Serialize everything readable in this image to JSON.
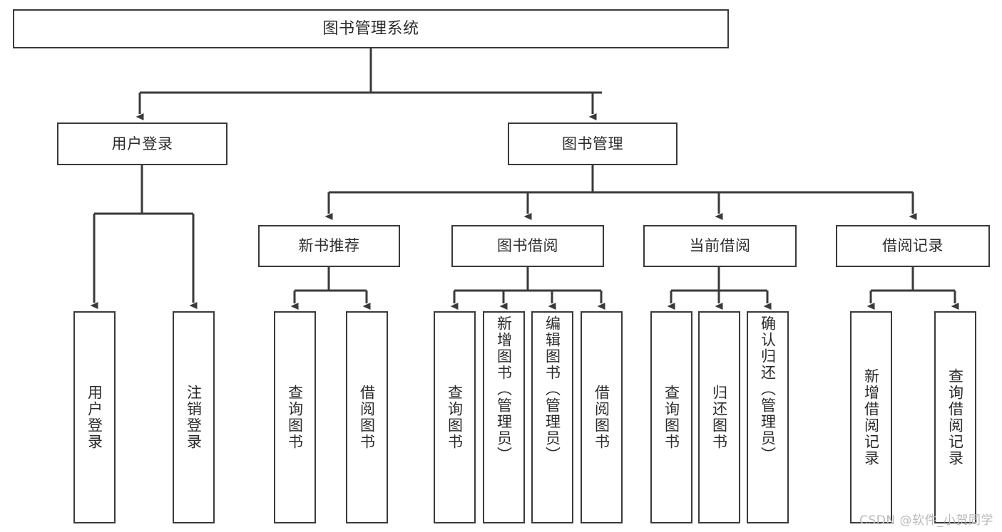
{
  "diagram": {
    "type": "tree",
    "title": "图书管理系统",
    "orientation": "top-down",
    "colors": {
      "box_border": "#3a3a3a",
      "box_fill": "#ffffff",
      "edge": "#3a3a3a",
      "text": "#2b2b2b",
      "background": "#ffffff",
      "watermark": "#b9b9b9"
    },
    "watermark": "CSDN @软件_小贺同学"
  },
  "nodes": {
    "root": {
      "label": "图书管理系统"
    },
    "level1": [
      {
        "id": "user-login",
        "label": "用户登录"
      },
      {
        "id": "book-management",
        "label": "图书管理"
      }
    ],
    "level2": [
      {
        "id": "new-book-recommend",
        "label": "新书推荐"
      },
      {
        "id": "book-borrow",
        "label": "图书借阅"
      },
      {
        "id": "current-borrow",
        "label": "当前借阅"
      },
      {
        "id": "borrow-record",
        "label": "借阅记录"
      }
    ],
    "leaves": {
      "user_login": [
        {
          "id": "leaf-user-login",
          "label": "用户登录"
        },
        {
          "id": "leaf-logout-login",
          "label": "注销登录"
        }
      ],
      "new_book_recommend": [
        {
          "id": "leaf-query-book-1",
          "label": "查询图书"
        },
        {
          "id": "leaf-borrow-book-1",
          "label": "借阅图书"
        }
      ],
      "book_borrow": [
        {
          "id": "leaf-query-book-2",
          "label": "查询图书"
        },
        {
          "id": "leaf-add-book-admin",
          "label": "新增图书（管理员）"
        },
        {
          "id": "leaf-edit-book-admin",
          "label": "编辑图书（管理员）"
        },
        {
          "id": "leaf-borrow-book-2",
          "label": "借阅图书"
        }
      ],
      "current_borrow": [
        {
          "id": "leaf-query-book-3",
          "label": "查询图书"
        },
        {
          "id": "leaf-return-book",
          "label": "归还图书"
        },
        {
          "id": "leaf-confirm-return-admin",
          "label": "确认归还（管理员）"
        }
      ],
      "borrow_record": [
        {
          "id": "leaf-add-borrow-record",
          "label": "新增借阅记录"
        },
        {
          "id": "leaf-query-borrow-record",
          "label": "查询借阅记录"
        }
      ]
    }
  }
}
